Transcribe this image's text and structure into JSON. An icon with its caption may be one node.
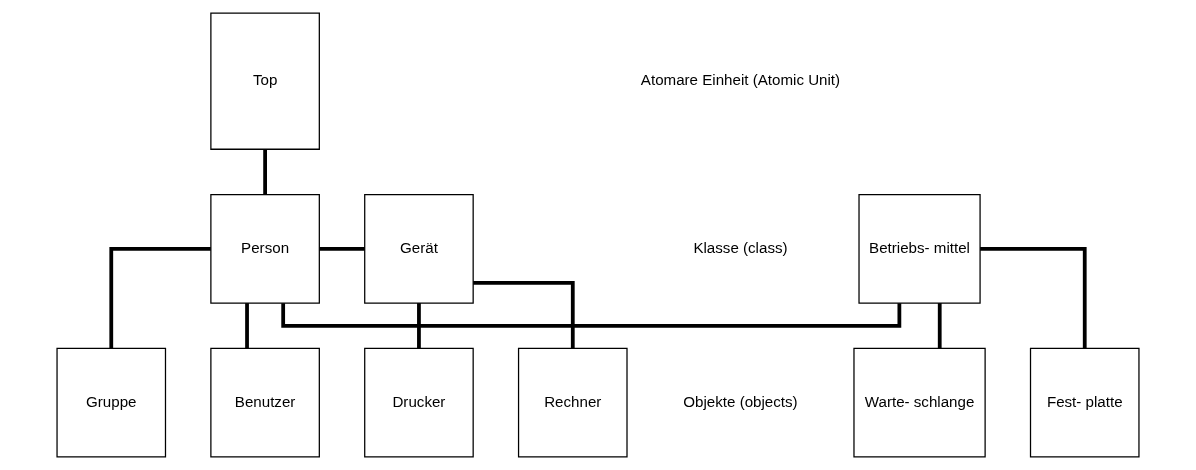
{
  "diagram": {
    "nodes": [
      {
        "text": [
          "Top"
        ]
      },
      {
        "text": [
          "Gerät"
        ]
      },
      {
        "text": [
          "Person"
        ]
      },
      {
        "text": [
          "Betriebs- mittel"
        ]
      },
      {
        "text": [
          "Drucker"
        ]
      },
      {
        "text": [
          "Rechner"
        ]
      },
      {
        "text": [
          "Benutzer"
        ]
      },
      {
        "text": [
          "Gruppe"
        ]
      },
      {
        "text": [
          "Fest- platte"
        ]
      },
      {
        "text": [
          "Warte- schlange"
        ]
      }
    ],
    "edges": [
      {
        "from": 0,
        "to": 2,
        "arrow": "none"
      },
      {
        "from": 1,
        "to": 2,
        "arrow": "none"
      },
      {
        "from": 2,
        "to": 3,
        "arrow": "none"
      },
      {
        "from": 1,
        "to": 4,
        "arrow": "none"
      },
      {
        "from": 1,
        "to": 5,
        "arrow": "none"
      },
      {
        "from": 2,
        "to": 6,
        "arrow": "none"
      },
      {
        "from": 2,
        "to": 7,
        "arrow": "none"
      },
      {
        "from": 3,
        "to": 8,
        "arrow": "none"
      },
      {
        "from": 3,
        "to": 9,
        "arrow": "none"
      }
    ],
    "labels": [
      "Atomare Einheit (Atomic Unit)",
      "Klasse (class)",
      "Objekte (objects)"
    ]
  }
}
